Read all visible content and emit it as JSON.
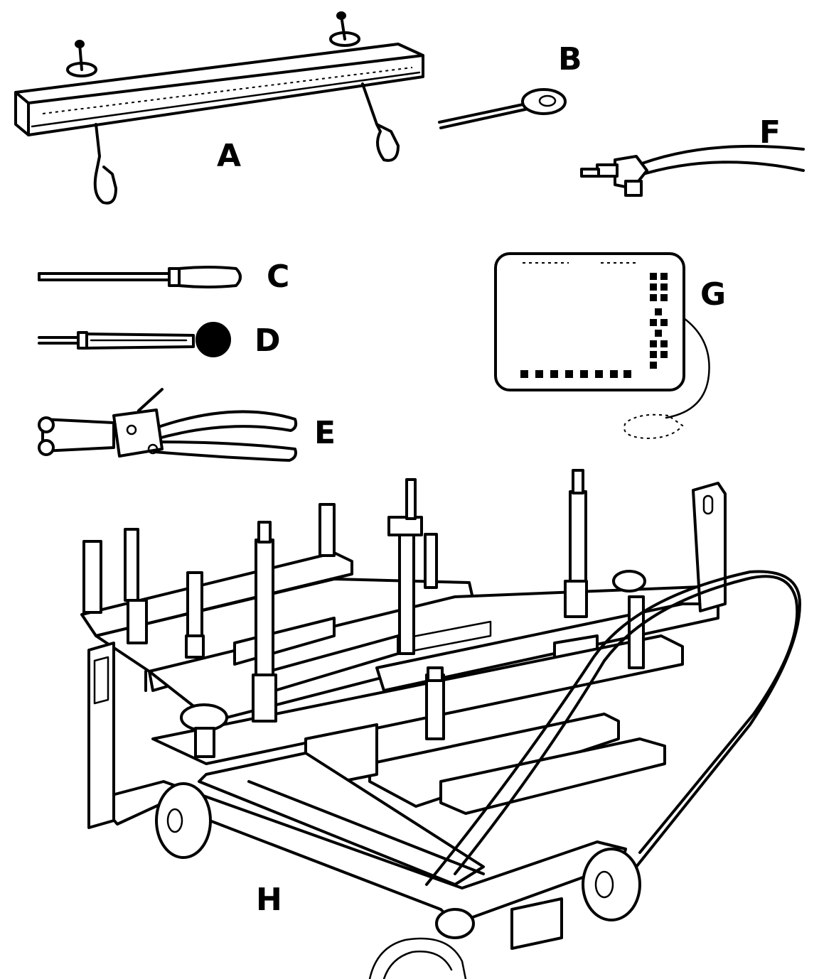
{
  "labels": {
    "a": "A",
    "b": "B",
    "c": "C",
    "d": "D",
    "e": "E",
    "f": "F",
    "g": "G",
    "h": "H"
  },
  "parts": [
    {
      "id": "A",
      "icon": "lifting-beam-icon"
    },
    {
      "id": "B",
      "icon": "eye-bolt-pin-icon"
    },
    {
      "id": "C",
      "icon": "screwdriver-icon"
    },
    {
      "id": "D",
      "icon": "ball-handle-tool-icon"
    },
    {
      "id": "E",
      "icon": "pliers-icon"
    },
    {
      "id": "F",
      "icon": "hose-fitting-icon"
    },
    {
      "id": "G",
      "icon": "control-pad-icon"
    },
    {
      "id": "H",
      "icon": "engine-stand-cart-icon"
    }
  ]
}
